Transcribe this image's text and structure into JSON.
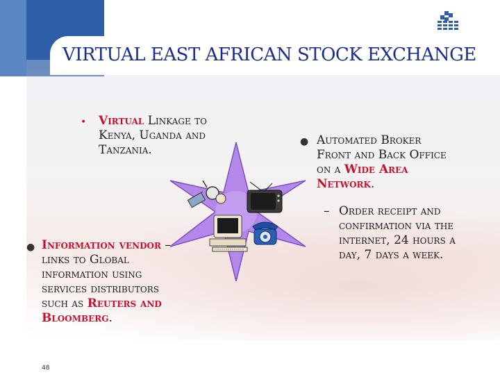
{
  "slide": {
    "title": "VIRTUAL EAST AFRICAN STOCK EXCHANGE",
    "page_number": "48"
  },
  "bullets": {
    "left_top": {
      "bold": "Virtual",
      "rest": " Linkage to",
      "line2": "Kenya, Uganda and",
      "line3": "Tanzania."
    },
    "left_bottom": {
      "bold": "Information vendor",
      "after_bold": " –",
      "line2": "links to Global",
      "line3": "information using",
      "line4": "services distributors",
      "line5_plain": "such as ",
      "line5_bold": "Reuters and",
      "line6_bold": "Bloomberg",
      "line6_plain": "."
    },
    "right": {
      "line1": "Automated Broker",
      "line2": "Front and Back Office",
      "line3_plain": "on a ",
      "line3_bold": "Wide Area",
      "line4_bold": "Network",
      "line4_plain": ".",
      "sub_dash": "–",
      "sub_line1": "Order receipt and",
      "sub_line2": "confirmation via the",
      "sub_line3": "internet, 24 hours a",
      "sub_line4": "day, 7 days a week."
    }
  },
  "icons": {
    "logo": "exchange-logo-icon",
    "star": "network-star-icon",
    "satellite": "satellite-icon",
    "tv": "television-icon",
    "computer": "computer-icon",
    "phone": "telephone-icon"
  },
  "colors": {
    "accent_blue": "#2f5ea8",
    "title_blue": "#1a2e8c",
    "highlight_red": "#c8102e",
    "star_purple": "#b388e8"
  }
}
